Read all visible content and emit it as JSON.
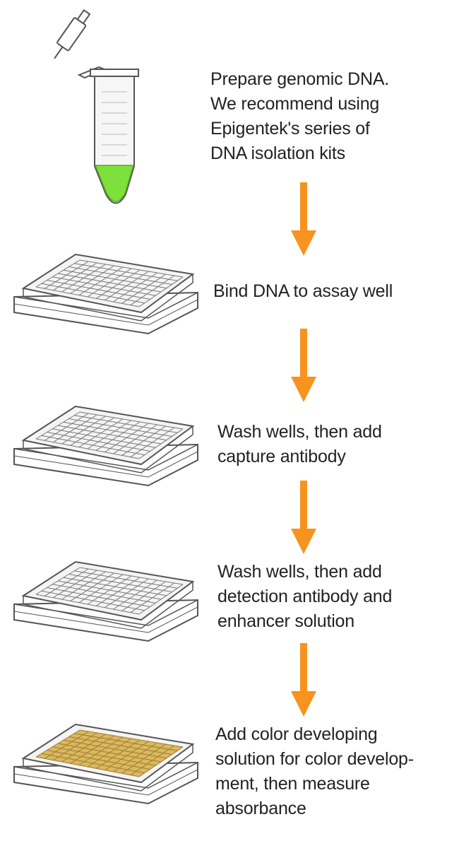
{
  "colors": {
    "arrow": "#f7931e",
    "tube_liquid": "#7ee03a",
    "plate_outline": "#555555",
    "plate_fill": "#f4f4f4",
    "colored_wells": "#d4ad4a"
  },
  "steps": [
    {
      "icon": "microcentrifuge-tube-icon",
      "lines": [
        "Prepare genomic DNA.",
        "We recommend using",
        "Epigentek's series of",
        "DNA isolation kits"
      ]
    },
    {
      "icon": "microplate-icon",
      "lines": [
        "Bind DNA to assay well"
      ]
    },
    {
      "icon": "microplate-icon",
      "lines": [
        "Wash wells, then add",
        "capture antibody"
      ]
    },
    {
      "icon": "microplate-icon",
      "lines": [
        "Wash wells, then add",
        "detection antibody and",
        "enhancer solution"
      ]
    },
    {
      "icon": "colored-microplate-icon",
      "lines": [
        "Add color developing",
        "solution for color develop-",
        "ment, then measure",
        "absorbance"
      ]
    }
  ]
}
